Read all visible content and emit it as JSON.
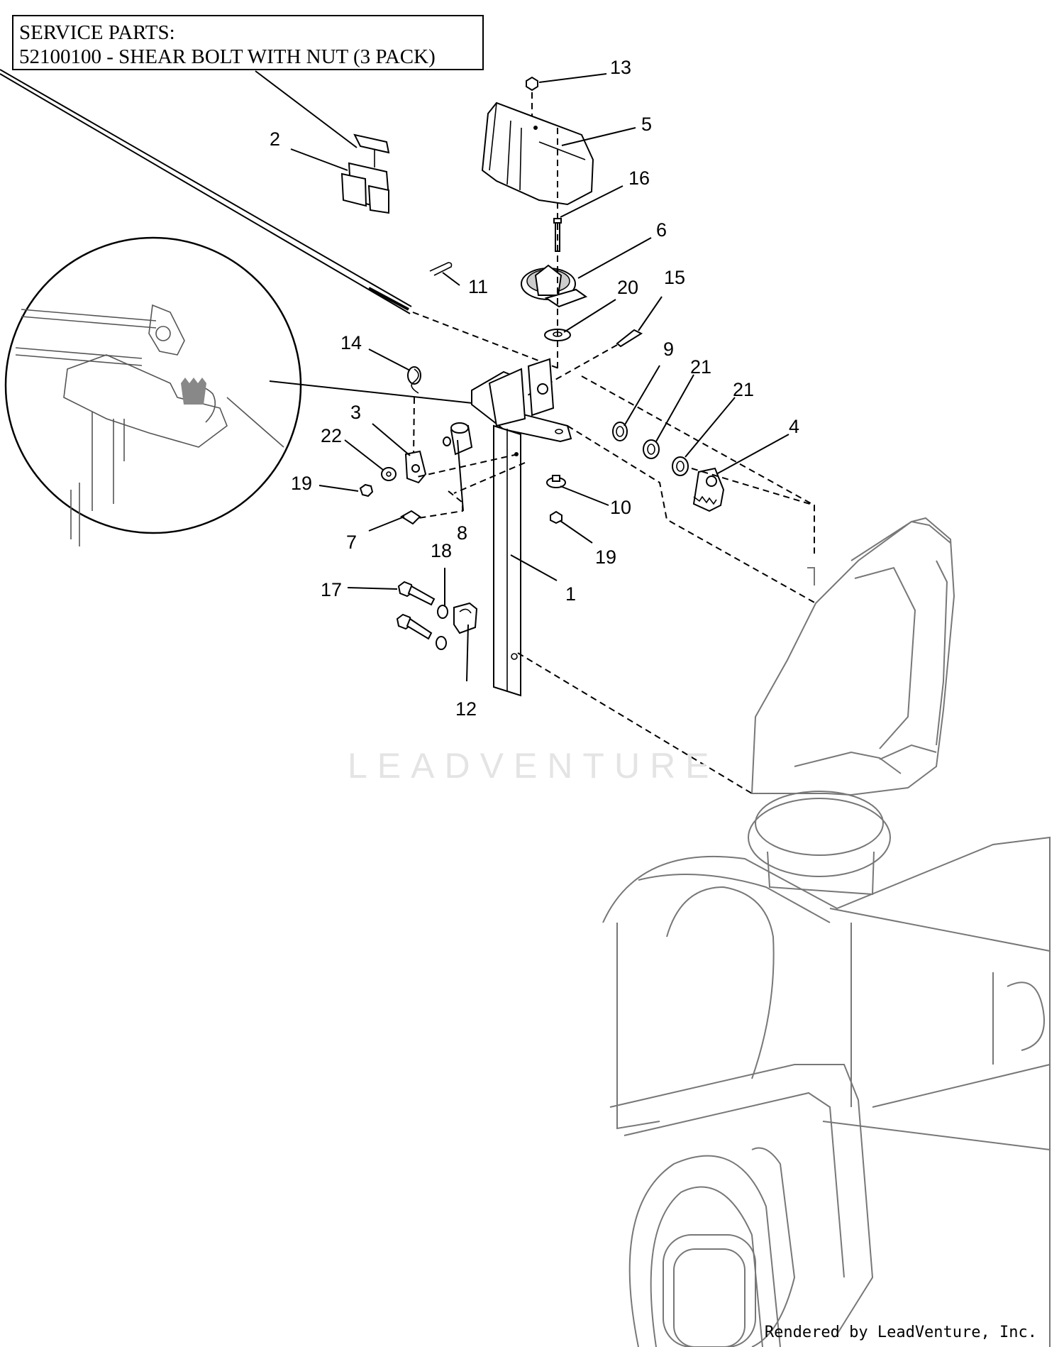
{
  "service_parts": {
    "line1": "SERVICE PARTS:",
    "line2": "52100100 - SHEAR BOLT WITH NUT (3 PACK)"
  },
  "watermark": "LEADVENTURE",
  "footer": "Rendered by LeadVenture, Inc.",
  "callouts": [
    "13",
    "5",
    "2",
    "16",
    "6",
    "11",
    "20",
    "15",
    "14",
    "9",
    "21",
    "21",
    "4",
    "3",
    "22",
    "19",
    "8",
    "10",
    "7",
    "19",
    "18",
    "17",
    "1",
    "12"
  ]
}
